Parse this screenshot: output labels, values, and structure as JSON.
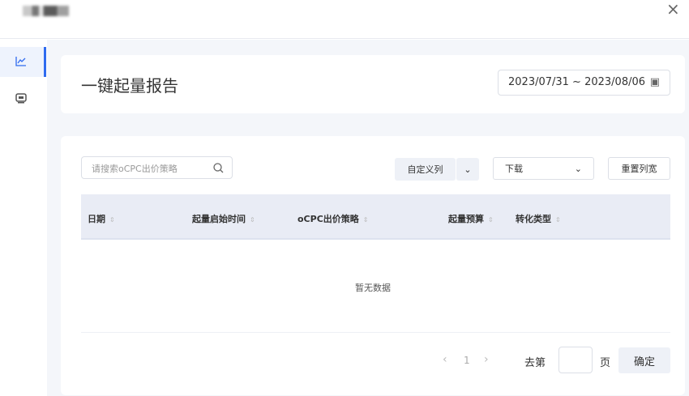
{
  "header": {
    "close_icon": "close-icon"
  },
  "sidebar": {
    "items": [
      {
        "icon": "line-chart-icon",
        "active": true
      },
      {
        "icon": "monitor-icon",
        "active": false
      }
    ]
  },
  "report": {
    "title": "一键起量报告",
    "date_range": "2023/07/31 ~ 2023/08/06"
  },
  "toolbar": {
    "search_placeholder": "请搜索oCPC出价策略",
    "custom_columns": "自定义列",
    "download": "下载",
    "reset_width": "重置列宽"
  },
  "table": {
    "columns": [
      "日期",
      "起量启始时间",
      "oCPC出价策略",
      "起量预算",
      "转化类型"
    ],
    "empty": "暂无数据"
  },
  "pagination": {
    "current": "1",
    "goto_label": "去第",
    "page_label": "页",
    "confirm": "确定"
  },
  "colors": {
    "accent": "#2f6bf0"
  }
}
